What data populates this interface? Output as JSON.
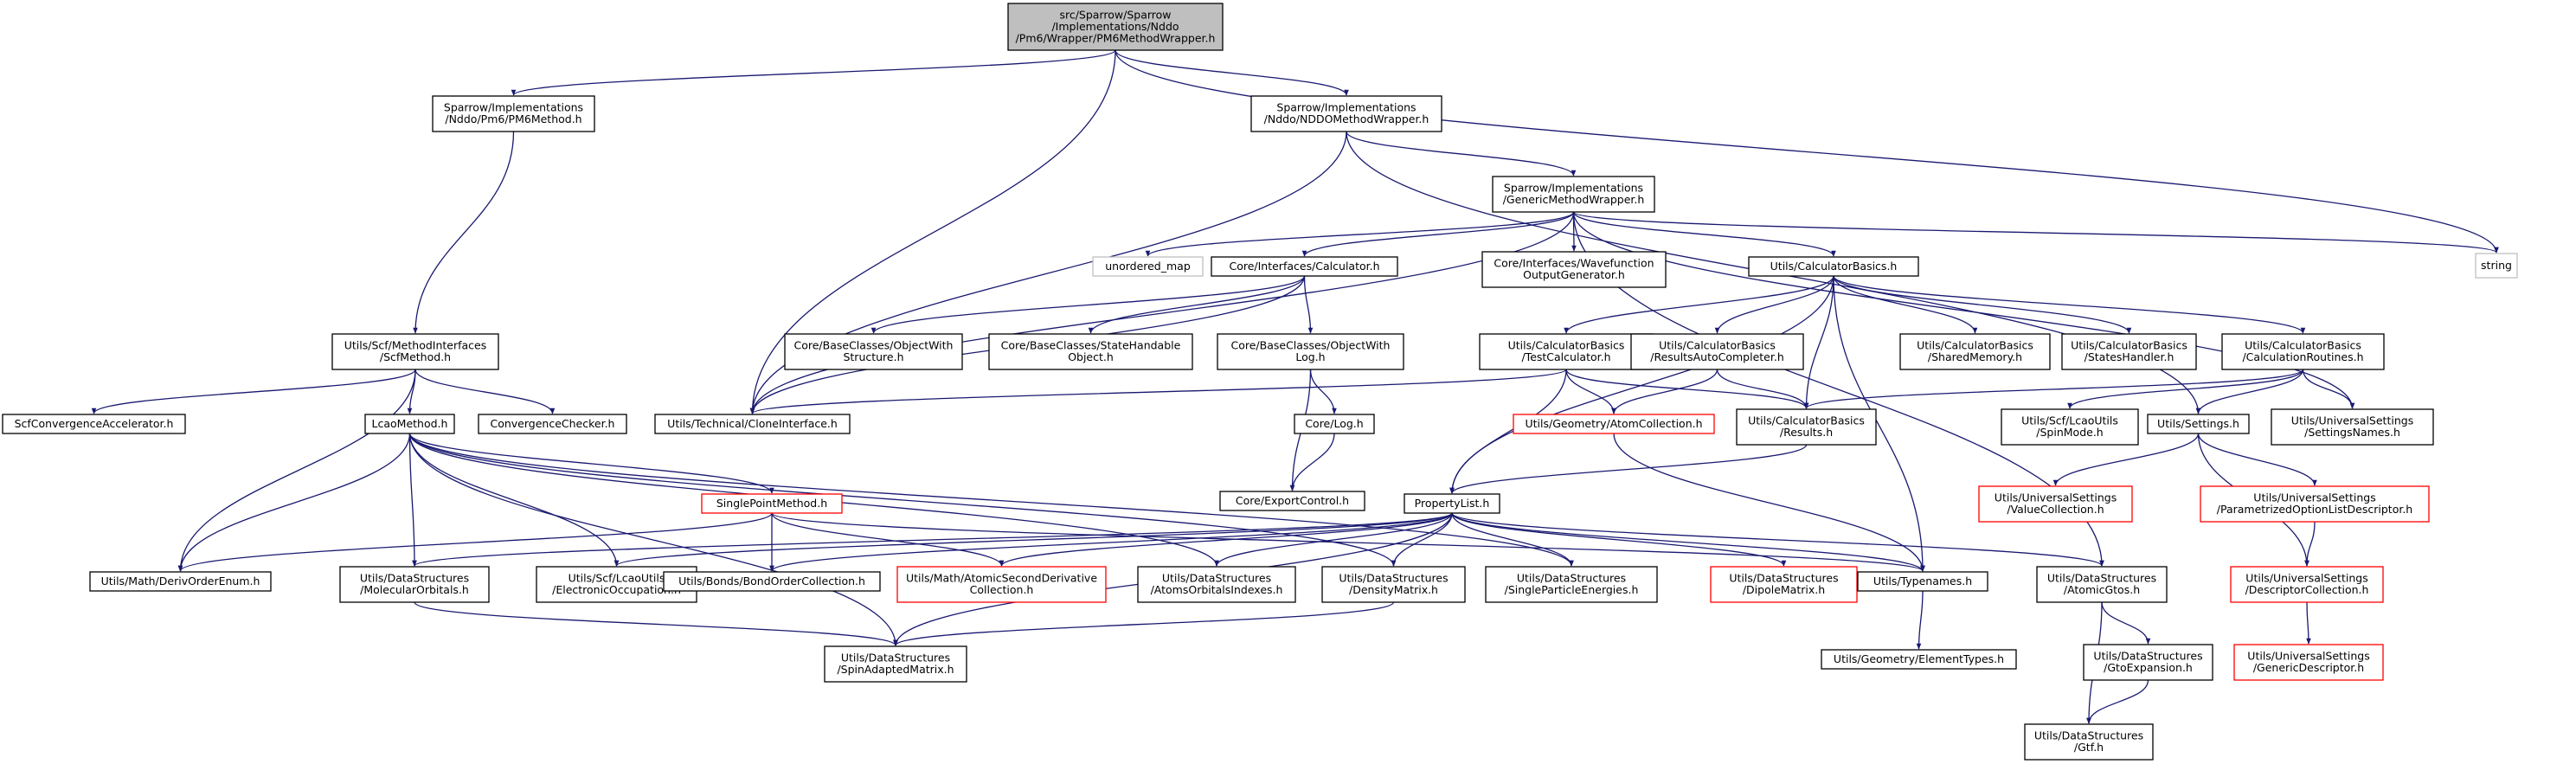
{
  "colors": {
    "edge": "#191970",
    "border_default": "#000000",
    "border_missing": "#bfbfbf",
    "border_truncated": "#ff0000",
    "root_fill": "#bfbfbf"
  },
  "nodes": [
    {
      "id": "root",
      "lines": [
        "src/Sparrow/Sparrow",
        "/Implementations/Nddo",
        "/Pm6/Wrapper/PM6MethodWrapper.h"
      ],
      "style": "root"
    },
    {
      "id": "pm6method",
      "lines": [
        "Sparrow/Implementations",
        "/Nddo/Pm6/PM6Method.h"
      ],
      "style": "default"
    },
    {
      "id": "nddowrapper",
      "lines": [
        "Sparrow/Implementations",
        "/Nddo/NDDOMethodWrapper.h"
      ],
      "style": "default"
    },
    {
      "id": "string",
      "lines": [
        "string"
      ],
      "style": "missing"
    },
    {
      "id": "genericwrapper",
      "lines": [
        "Sparrow/Implementations",
        "/GenericMethodWrapper.h"
      ],
      "style": "default"
    },
    {
      "id": "unordered_map",
      "lines": [
        "unordered_map"
      ],
      "style": "missing"
    },
    {
      "id": "calculator",
      "lines": [
        "Core/Interfaces/Calculator.h"
      ],
      "style": "default"
    },
    {
      "id": "wavefunction",
      "lines": [
        "Core/Interfaces/Wavefunction",
        "OutputGenerator.h"
      ],
      "style": "default"
    },
    {
      "id": "calcbasics",
      "lines": [
        "Utils/CalculatorBasics.h"
      ],
      "style": "default"
    },
    {
      "id": "scfmethod",
      "lines": [
        "Utils/Scf/MethodInterfaces",
        "/ScfMethod.h"
      ],
      "style": "default"
    },
    {
      "id": "objstructure",
      "lines": [
        "Core/BaseClasses/ObjectWith",
        "Structure.h"
      ],
      "style": "default"
    },
    {
      "id": "statehandable",
      "lines": [
        "Core/BaseClasses/StateHandable",
        "Object.h"
      ],
      "style": "default"
    },
    {
      "id": "objlog",
      "lines": [
        "Core/BaseClasses/ObjectWith",
        "Log.h"
      ],
      "style": "default"
    },
    {
      "id": "testcalc",
      "lines": [
        "Utils/CalculatorBasics",
        "/TestCalculator.h"
      ],
      "style": "default"
    },
    {
      "id": "resultsauto",
      "lines": [
        "Utils/CalculatorBasics",
        "/ResultsAutoCompleter.h"
      ],
      "style": "default"
    },
    {
      "id": "sharedmem",
      "lines": [
        "Utils/CalculatorBasics",
        "/SharedMemory.h"
      ],
      "style": "default"
    },
    {
      "id": "stateshandler",
      "lines": [
        "Utils/CalculatorBasics",
        "/StatesHandler.h"
      ],
      "style": "default"
    },
    {
      "id": "calcroutines",
      "lines": [
        "Utils/CalculatorBasics",
        "/CalculationRoutines.h"
      ],
      "style": "default"
    },
    {
      "id": "scfaccel",
      "lines": [
        "ScfConvergenceAccelerator.h"
      ],
      "style": "default"
    },
    {
      "id": "lcaomethod",
      "lines": [
        "LcaoMethod.h"
      ],
      "style": "default"
    },
    {
      "id": "convchecker",
      "lines": [
        "ConvergenceChecker.h"
      ],
      "style": "default"
    },
    {
      "id": "cloneinterface",
      "lines": [
        "Utils/Technical/CloneInterface.h"
      ],
      "style": "default"
    },
    {
      "id": "corelog",
      "lines": [
        "Core/Log.h"
      ],
      "style": "default"
    },
    {
      "id": "atomcollection",
      "lines": [
        "Utils/Geometry/AtomCollection.h"
      ],
      "style": "truncated"
    },
    {
      "id": "results",
      "lines": [
        "Utils/CalculatorBasics",
        "/Results.h"
      ],
      "style": "default"
    },
    {
      "id": "spinmode",
      "lines": [
        "Utils/Scf/LcaoUtils",
        "/SpinMode.h"
      ],
      "style": "default"
    },
    {
      "id": "settings",
      "lines": [
        "Utils/Settings.h"
      ],
      "style": "default"
    },
    {
      "id": "settingsnames",
      "lines": [
        "Utils/UniversalSettings",
        "/SettingsNames.h"
      ],
      "style": "default"
    },
    {
      "id": "exportcontrol",
      "lines": [
        "Core/ExportControl.h"
      ],
      "style": "default"
    },
    {
      "id": "singlepoint",
      "lines": [
        "SinglePointMethod.h"
      ],
      "style": "truncated"
    },
    {
      "id": "propertylist",
      "lines": [
        "PropertyList.h"
      ],
      "style": "default"
    },
    {
      "id": "valuecollection",
      "lines": [
        "Utils/UniversalSettings",
        "/ValueCollection.h"
      ],
      "style": "truncated"
    },
    {
      "id": "paramoption",
      "lines": [
        "Utils/UniversalSettings",
        "/ParametrizedOptionListDescriptor.h"
      ],
      "style": "truncated"
    },
    {
      "id": "derivorder",
      "lines": [
        "Utils/Math/DerivOrderEnum.h"
      ],
      "style": "default"
    },
    {
      "id": "molorbitals",
      "lines": [
        "Utils/DataStructures",
        "/MolecularOrbitals.h"
      ],
      "style": "default"
    },
    {
      "id": "electronicocc",
      "lines": [
        "Utils/Scf/LcaoUtils",
        "/ElectronicOccupation.h"
      ],
      "style": "default"
    },
    {
      "id": "bondorder",
      "lines": [
        "Utils/Bonds/BondOrderCollection.h"
      ],
      "style": "default"
    },
    {
      "id": "atomicsecond",
      "lines": [
        "Utils/Math/AtomicSecondDerivative",
        "Collection.h"
      ],
      "style": "truncated"
    },
    {
      "id": "atomsorbitals",
      "lines": [
        "Utils/DataStructures",
        "/AtomsOrbitalsIndexes.h"
      ],
      "style": "default"
    },
    {
      "id": "densitymatrix",
      "lines": [
        "Utils/DataStructures",
        "/DensityMatrix.h"
      ],
      "style": "default"
    },
    {
      "id": "singleparticle",
      "lines": [
        "Utils/DataStructures",
        "/SingleParticleEnergies.h"
      ],
      "style": "default"
    },
    {
      "id": "dipolematrix",
      "lines": [
        "Utils/DataStructures",
        "/DipoleMatrix.h"
      ],
      "style": "truncated"
    },
    {
      "id": "typenames",
      "lines": [
        "Utils/Typenames.h"
      ],
      "style": "default"
    },
    {
      "id": "atomicgtos",
      "lines": [
        "Utils/DataStructures",
        "/AtomicGtos.h"
      ],
      "style": "default"
    },
    {
      "id": "descriptorcoll",
      "lines": [
        "Utils/UniversalSettings",
        "/DescriptorCollection.h"
      ],
      "style": "truncated"
    },
    {
      "id": "spinadapted",
      "lines": [
        "Utils/DataStructures",
        "/SpinAdaptedMatrix.h"
      ],
      "style": "default"
    },
    {
      "id": "elementtypes",
      "lines": [
        "Utils/Geometry/ElementTypes.h"
      ],
      "style": "default"
    },
    {
      "id": "gtoexpansion",
      "lines": [
        "Utils/DataStructures",
        "/GtoExpansion.h"
      ],
      "style": "default"
    },
    {
      "id": "genericdesc",
      "lines": [
        "Utils/UniversalSettings",
        "/GenericDescriptor.h"
      ],
      "style": "truncated"
    },
    {
      "id": "gtf",
      "lines": [
        "Utils/DataStructures",
        "/Gtf.h"
      ],
      "style": "default"
    }
  ]
}
